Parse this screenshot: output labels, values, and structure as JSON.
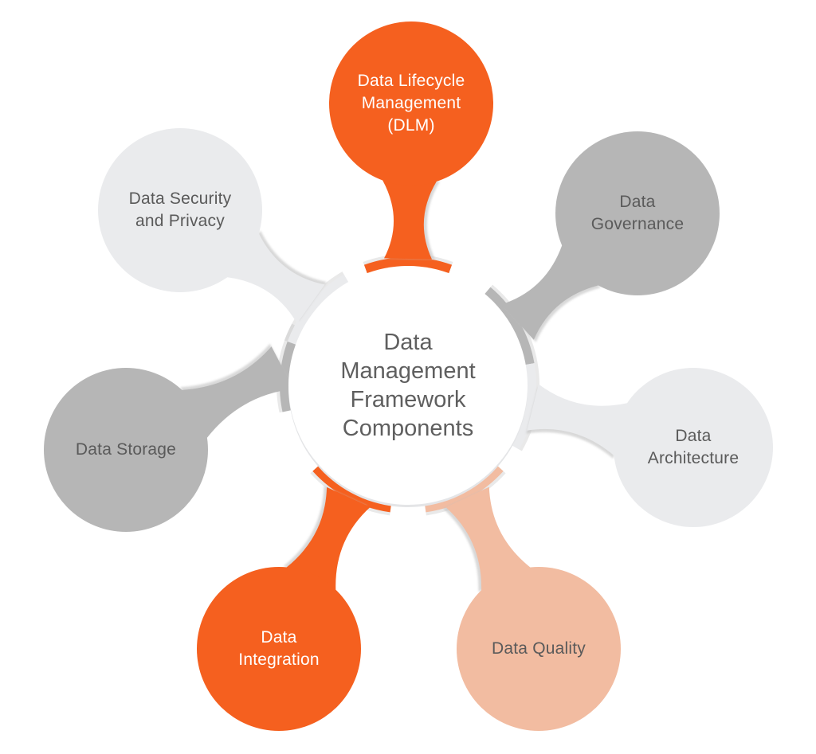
{
  "center": {
    "lines": [
      "Data",
      "Management",
      "Framework",
      "Components"
    ]
  },
  "components": [
    {
      "id": "dlm",
      "lines": [
        "Data Lifecycle",
        "Management",
        "(DLM)"
      ],
      "fill": "#f5601f",
      "text_color": "#ffffff"
    },
    {
      "id": "governance",
      "lines": [
        "Data",
        "Governance"
      ],
      "fill": "#b6b6b6",
      "text_color": "#5a5a5a"
    },
    {
      "id": "architecture",
      "lines": [
        "Data",
        "Architecture"
      ],
      "fill": "#eaebed",
      "text_color": "#5a5a5a"
    },
    {
      "id": "quality",
      "lines": [
        "Data Quality"
      ],
      "fill": "#f2bca1",
      "text_color": "#5a5a5a"
    },
    {
      "id": "integration",
      "lines": [
        "Data",
        "Integration"
      ],
      "fill": "#f5601f",
      "text_color": "#ffffff"
    },
    {
      "id": "storage",
      "lines": [
        "Data Storage"
      ],
      "fill": "#b6b6b6",
      "text_color": "#5a5a5a"
    },
    {
      "id": "security",
      "lines": [
        "Data Security",
        "and Privacy"
      ],
      "fill": "#eaebed",
      "text_color": "#5a5a5a"
    }
  ],
  "colors": {
    "shadow": "#bfbfbf",
    "center_fill": "#ffffff",
    "center_shadow": "#e4e5e7"
  }
}
